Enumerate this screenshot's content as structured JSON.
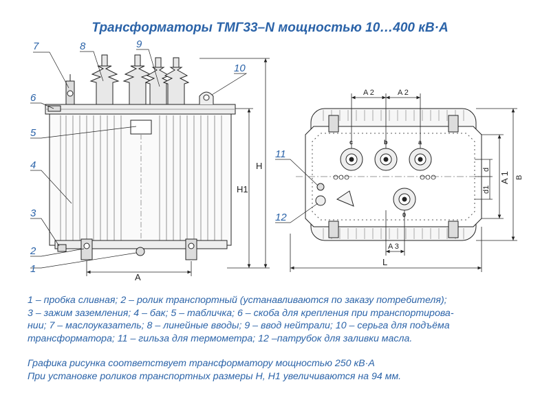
{
  "title": "Трансформаторы ТМГ33–N мощностью 10…400 кВ·А",
  "callouts": {
    "c1": "1",
    "c2": "2",
    "c3": "3",
    "c4": "4",
    "c5": "5",
    "c6": "6",
    "c7": "7",
    "c8": "8",
    "c9": "9",
    "c10": "10",
    "c11": "11",
    "c12": "12"
  },
  "dimensions": {
    "A": "A",
    "H": "H",
    "H1": "H1",
    "A2a": "A 2",
    "A2b": "A 2",
    "B": "B",
    "A1": "A 1",
    "d": "d",
    "d1": "d1",
    "A3": "A 3",
    "L": "L"
  },
  "phases": {
    "c": "c",
    "b": "b",
    "a": "a",
    "o": "0"
  },
  "legend": [
    "1 – пробка сливная; 2 – ролик транспортный (устанавливаются по заказу потребителя);",
    "3 – зажим заземления; 4 – бак; 5 – табличка; 6 – скоба для крепления при транспортирова-",
    "нии; 7 – маслоуказатель; 8 – линейные вводы; 9 – ввод нейтрали; 10 – серьга для подъёма",
    "трансформатора; 11 – гильза для термометра; 12 –патрубок для заливки масла."
  ],
  "notes": [
    "Графика рисунка соответствует трансформатору мощностью 250 кВ·А",
    "При установке роликов транспортных размеры H, H1 увеличиваются на 94 мм."
  ]
}
